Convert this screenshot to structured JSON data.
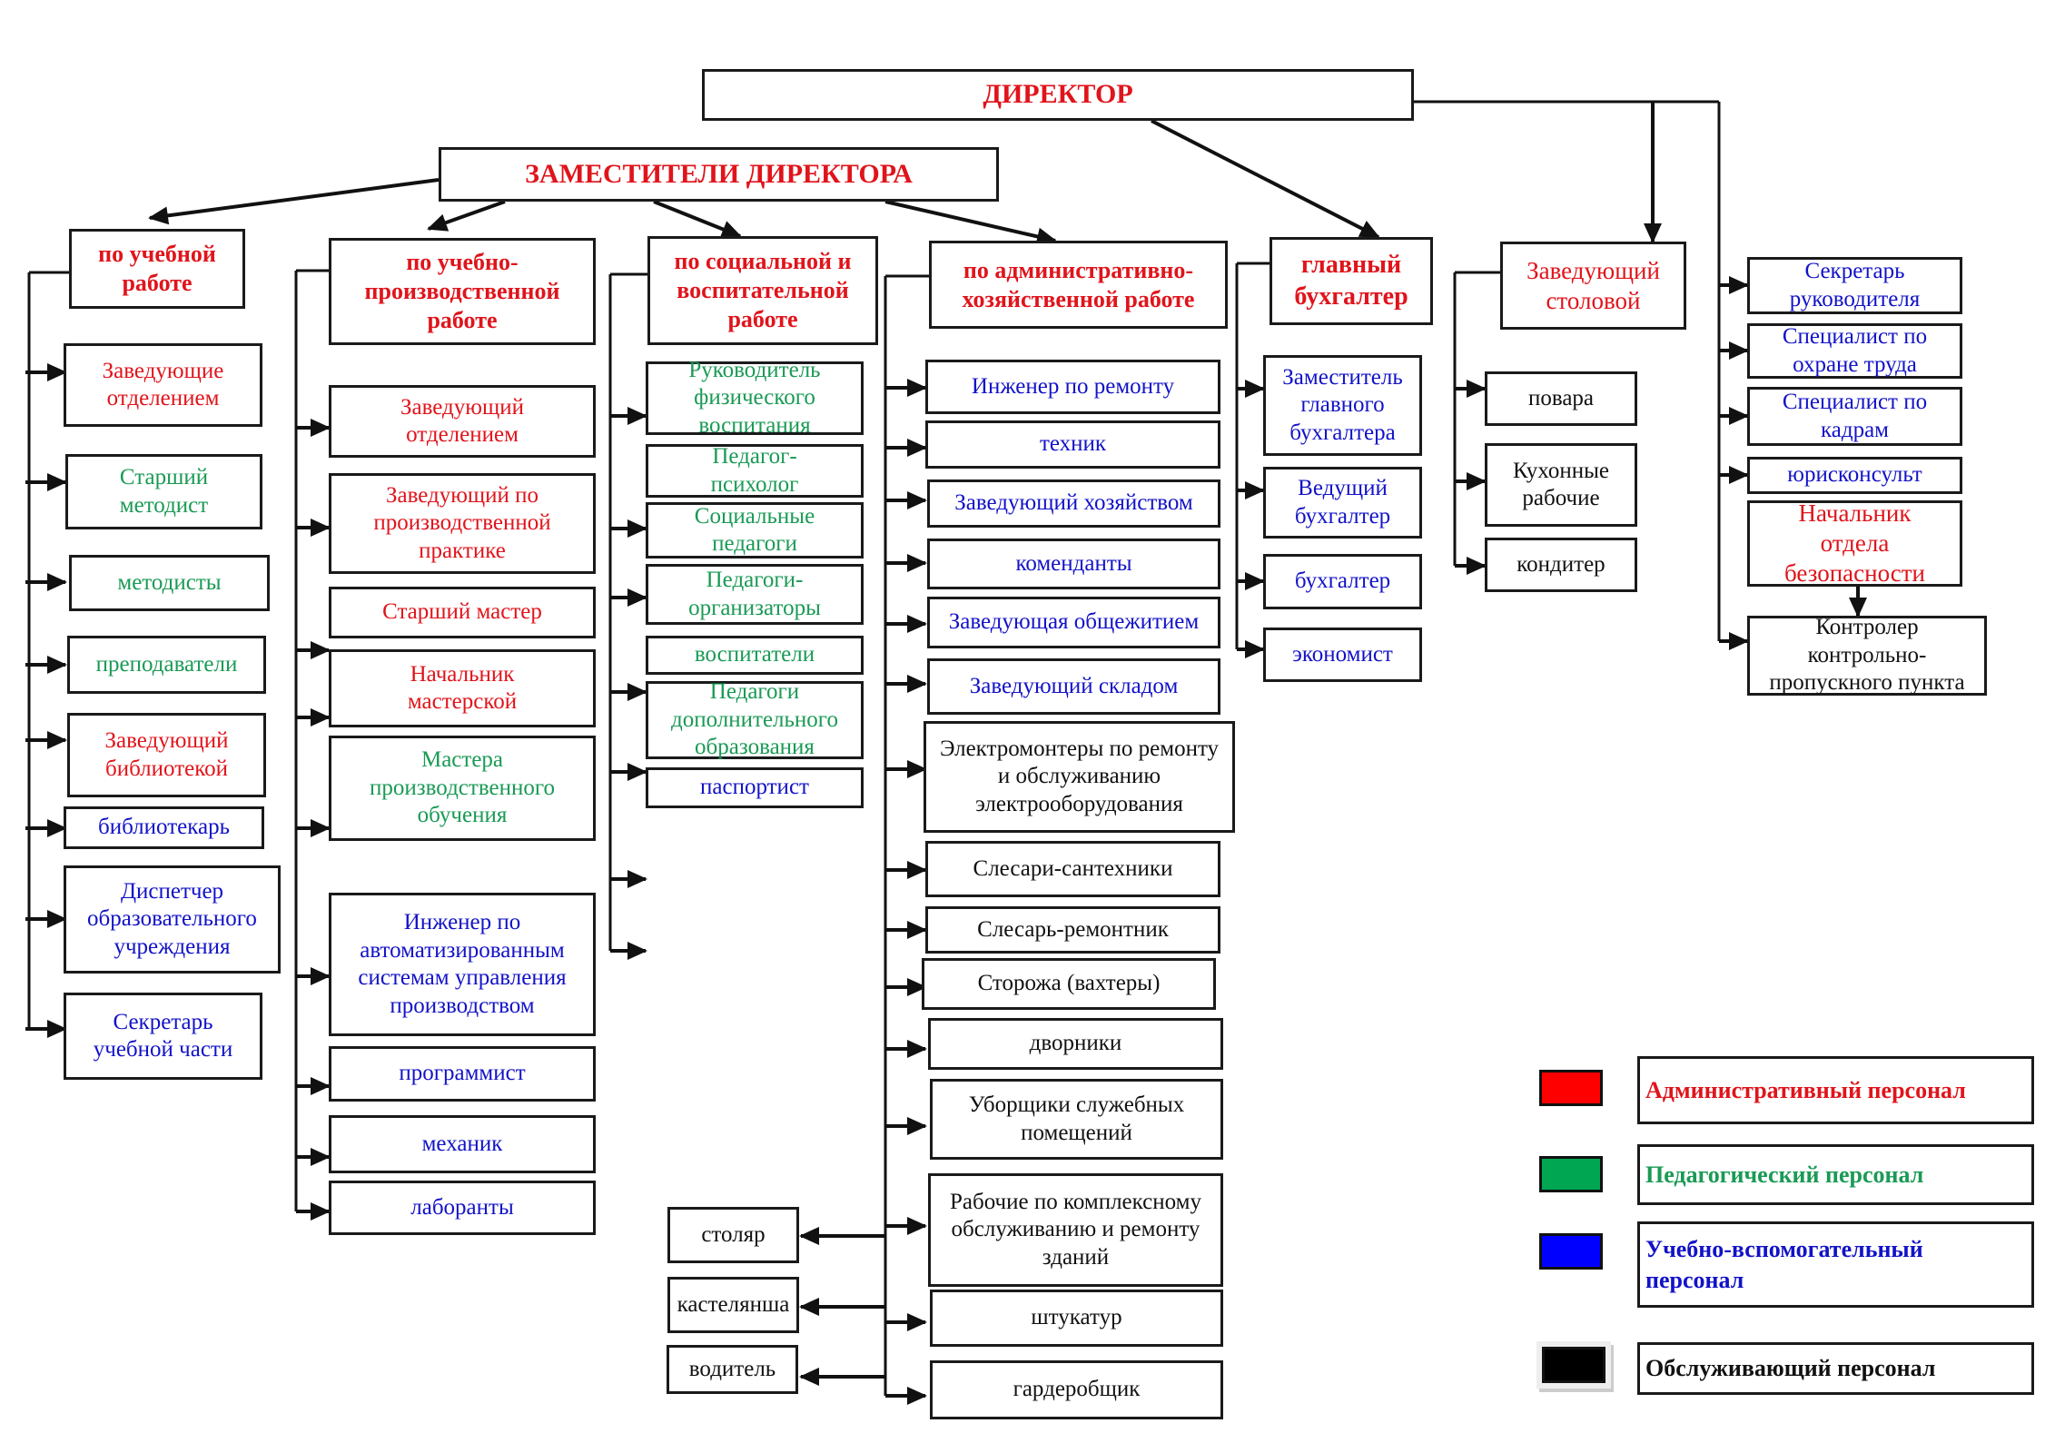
{
  "colors": {
    "administrative": "#e0141b",
    "pedagogical": "#1a9a55",
    "auxiliary": "#1212c8",
    "service": "#111111"
  },
  "director": {
    "label": "ДИРЕКТОР"
  },
  "deputies": {
    "label": "ЗАМЕСТИТЕЛИ ДИРЕКТОРА"
  },
  "branches": {
    "academic": {
      "label": "по учебной\nработе",
      "items": [
        "Заведующие\nотделением",
        "Старший\nметодист",
        "методисты",
        "преподаватели",
        "Заведующий\nбиблиотекой",
        "библиотекарь",
        "Диспетчер\nобразовательного\nучреждения",
        "Секретарь\nучебной части"
      ]
    },
    "production": {
      "label": "по учебно-\nпроизводственной\nработе",
      "items": [
        "Заведующий\nотделением",
        "Заведующий по\nпроизводственной\nпрактике",
        "Старший мастер",
        "Начальник\nмастерской",
        "Мастера\nпроизводственного\nобучения",
        "Инженер по\nавтоматизированным\nсистемам управления\nпроизводством",
        "программист",
        "механик",
        "лаборанты"
      ]
    },
    "social": {
      "label": "по социальной и\nвоспитательной\nработе",
      "items": [
        "Руководитель\nфизического\nвоспитания",
        "Педагог-\nпсихолог",
        "Социальные\nпедагоги",
        "Педагоги-\nорганизаторы",
        "воспитатели",
        "Педагоги\nдополнительного\nобразования",
        "паспортист"
      ]
    },
    "admin_household": {
      "label": "по административно-\nхозяйственной работе",
      "items": [
        "Инженер по ремонту",
        "техник",
        "Заведующий хозяйством",
        "коменданты",
        "Заведующая общежитием",
        "Заведующий складом",
        "Электромонтеры по ремонту\nи обслуживанию\nэлектрооборудования",
        "Слесари-сантехники",
        "Слесарь-ремонтник",
        "Сторожа (вахтеры)",
        "дворники",
        "Уборщики служебных\nпомещений",
        "Рабочие по комплексному\nобслуживанию и ремонту\nзданий",
        "штукатур",
        "гардеробщик"
      ],
      "left_items": [
        "столяр",
        "кастелянша",
        "водитель"
      ]
    },
    "chief_accountant": {
      "label": "главный\nбухгалтер",
      "items": [
        "Заместитель\nглавного\nбухгалтера",
        "Ведущий\nбухгалтер",
        "бухгалтер",
        "экономист"
      ]
    },
    "canteen": {
      "label": "Заведующий\nстоловой",
      "items": [
        "повара",
        "Кухонные\nрабочие",
        "кондитер"
      ]
    },
    "direct_reports": {
      "items": [
        "Секретарь\nруководителя",
        "Специалист по\nохране труда",
        "Специалист по\nкадрам",
        "юрисконсульт",
        "Начальник\nотдела\nбезопасности"
      ],
      "security_sub": "Контролер\nконтрольно-\nпропускного пункта"
    }
  },
  "legend": [
    {
      "label": "Административный персонал",
      "color": "#ff0000"
    },
    {
      "label": "Педагогический персонал",
      "color": "#00a651"
    },
    {
      "label": "Учебно-вспомогательный\nперсонал",
      "color": "#0000ff"
    },
    {
      "label": "Обслуживающий персонал",
      "color": "#000000"
    }
  ]
}
